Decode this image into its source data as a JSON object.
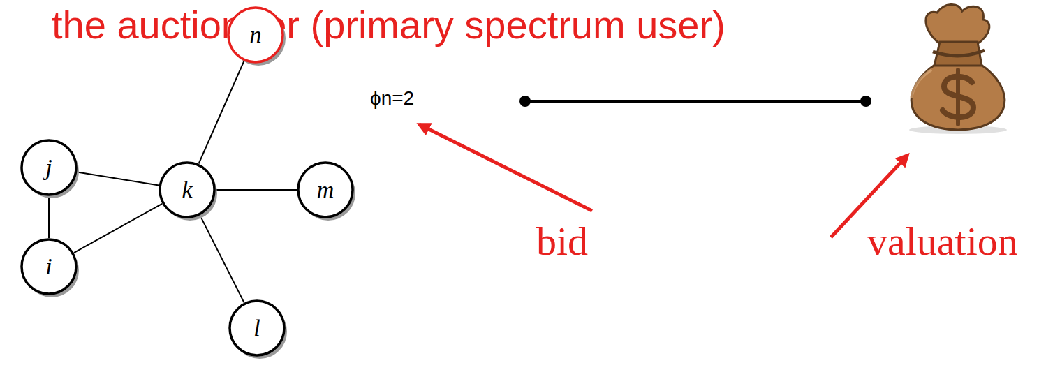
{
  "diagram": {
    "title": "the auctioneer (primary spectrum user)",
    "nodes": [
      {
        "text": [
          "n"
        ]
      },
      {
        "text": [
          "j"
        ]
      },
      {
        "text": [
          "k"
        ]
      },
      {
        "text": [
          "m"
        ]
      },
      {
        "text": [
          "i"
        ]
      },
      {
        "text": [
          "l"
        ]
      }
    ],
    "edges": [
      {
        "from": 0,
        "to": 2,
        "arrow": "none"
      },
      {
        "from": 1,
        "to": 2,
        "arrow": "none"
      },
      {
        "from": 1,
        "to": 4,
        "arrow": "none"
      },
      {
        "from": 4,
        "to": 2,
        "arrow": "none"
      },
      {
        "from": 2,
        "to": 3,
        "arrow": "none"
      },
      {
        "from": 2,
        "to": 5,
        "arrow": "none"
      }
    ],
    "labels": [
      "ϕn=2",
      "bid",
      "valuation"
    ]
  }
}
